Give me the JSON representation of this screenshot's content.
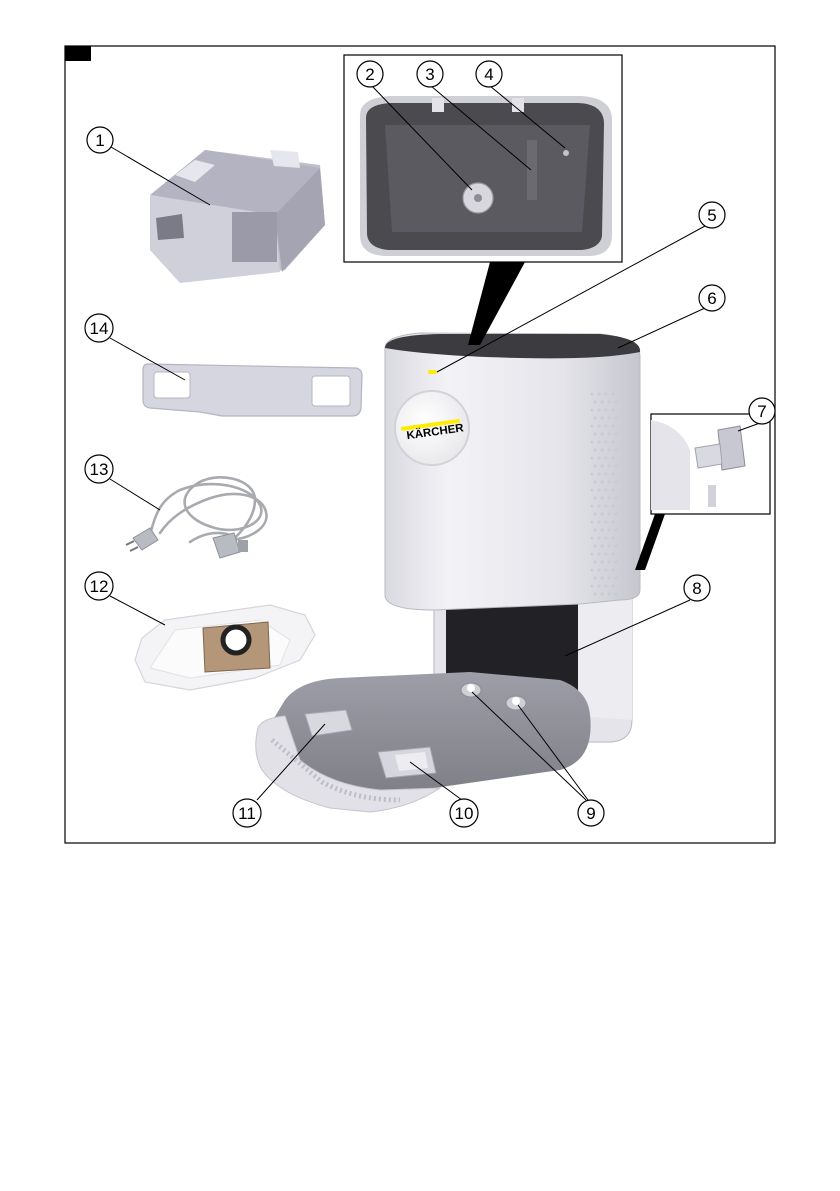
{
  "figure": {
    "brand_logo_text": "KÄRCHER",
    "callouts": [
      {
        "id": "1",
        "label": "1"
      },
      {
        "id": "2",
        "label": "2"
      },
      {
        "id": "3",
        "label": "3"
      },
      {
        "id": "4",
        "label": "4"
      },
      {
        "id": "5",
        "label": "5"
      },
      {
        "id": "6",
        "label": "6"
      },
      {
        "id": "7",
        "label": "7"
      },
      {
        "id": "8",
        "label": "8"
      },
      {
        "id": "9",
        "label": "9"
      },
      {
        "id": "10",
        "label": "10"
      },
      {
        "id": "11",
        "label": "11"
      },
      {
        "id": "12",
        "label": "12"
      },
      {
        "id": "13",
        "label": "13"
      },
      {
        "id": "14",
        "label": "14"
      }
    ]
  },
  "colors": {
    "frame": "#000000",
    "body_light": "#e9e9ee",
    "body_mid": "#c9c9d1",
    "body_dark": "#8d8d96",
    "bin_dark": "#4a4a4f",
    "brand_yellow": "#ffed00"
  }
}
